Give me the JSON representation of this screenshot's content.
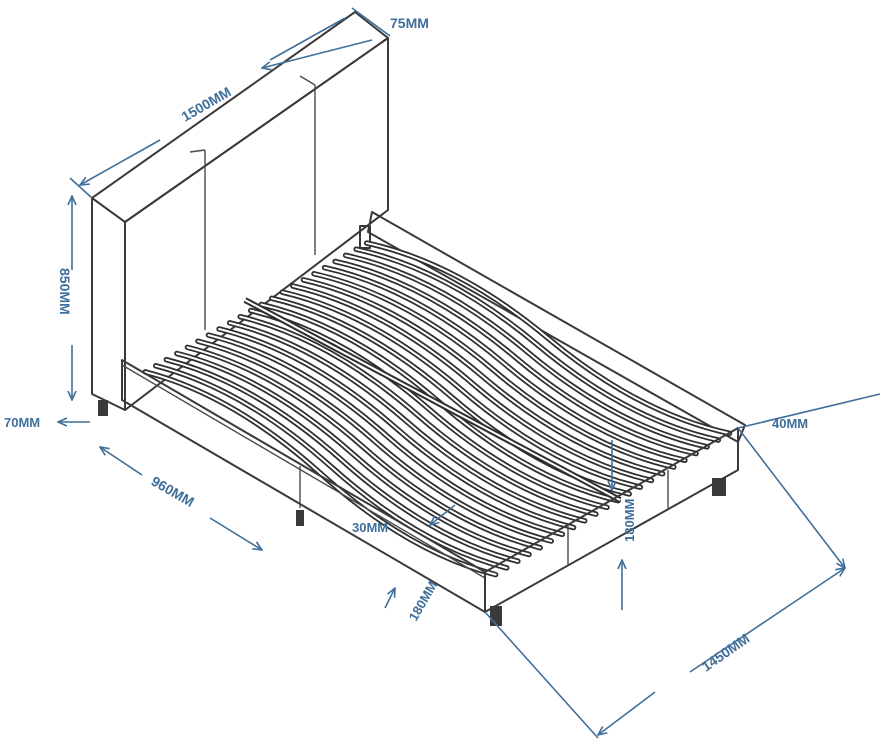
{
  "diagram": {
    "colors": {
      "line": "#3a3a3a",
      "dimension": "#3f6f9a",
      "background": "#ffffff"
    },
    "labels": {
      "headboard_depth": "75MM",
      "headboard_width": "1500MM",
      "headboard_height": "850MM",
      "leg_height": "70MM",
      "side_length": "960MM",
      "rail_width": "40MM",
      "slat_gap": "30MM",
      "rail_height_front": "180MM",
      "rail_height_side": "180MM",
      "frame_width": "1450MM"
    }
  }
}
